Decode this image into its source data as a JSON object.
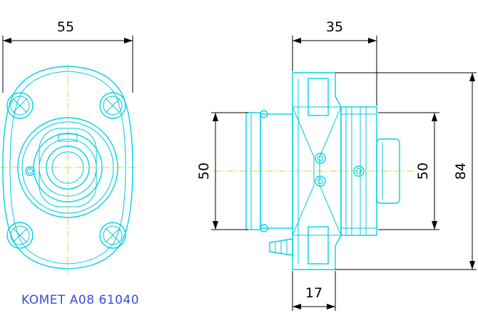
{
  "drawing": {
    "caption": "KOMET A08 61040",
    "dimensions": {
      "front_width": "55",
      "side_depth": "35",
      "left_height": "50",
      "inner_height": "50",
      "total_height": "84",
      "flange_width": "17"
    }
  },
  "colors": {
    "outline": "#00d2e6",
    "centerline": "#e8d400",
    "dimension": "#000000",
    "caption": "#3a4bd9"
  }
}
